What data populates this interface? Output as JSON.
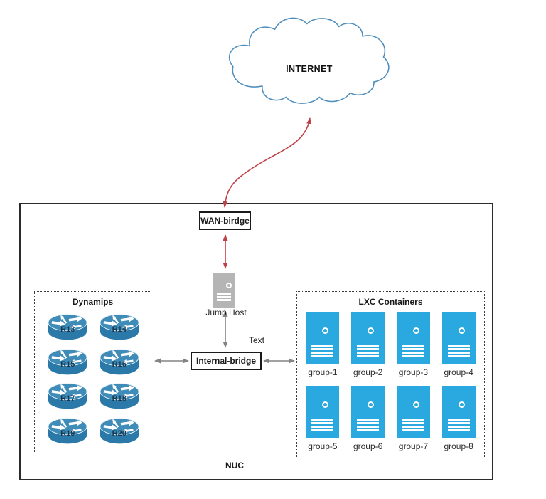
{
  "internet": {
    "label": "INTERNET"
  },
  "wan_bridge": {
    "label": "WAN-birdge"
  },
  "jump_host": {
    "label": "Jump Host"
  },
  "internal_bridge": {
    "label": "Internal-bridge"
  },
  "text_note": {
    "label": "Text"
  },
  "nuc": {
    "label": "NUC"
  },
  "dynamips": {
    "title": "Dynamips",
    "routers": [
      "R13",
      "R14",
      "R15",
      "R16",
      "R17",
      "R18",
      "R19",
      "R20"
    ]
  },
  "lxc": {
    "title": "LXC Containers",
    "groups": [
      "group-1",
      "group-2",
      "group-3",
      "group-4",
      "group-5",
      "group-6",
      "group-7",
      "group-8"
    ]
  },
  "colors": {
    "cloud_stroke": "#4e8ebd",
    "red_arrow": "#bf4045",
    "gray_arrow": "#848484",
    "router_body": "#2b79a8",
    "router_top": "#3f8cb8",
    "router_label_text": "#15364f",
    "lxc_blue": "#2aa9e0",
    "jump_host_gray": "#b5b5b5",
    "box_border": "#1a1a1a"
  }
}
